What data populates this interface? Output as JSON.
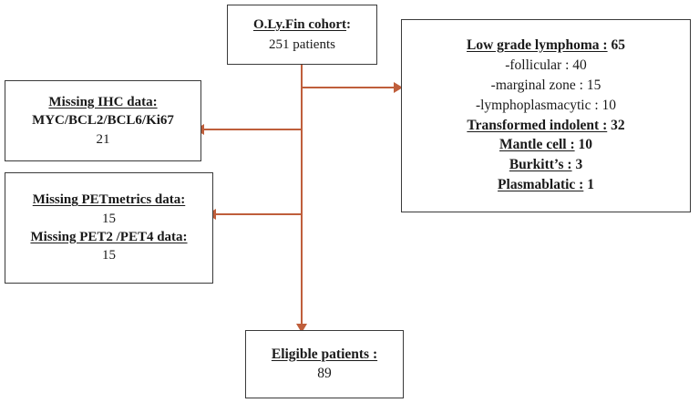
{
  "diagram": {
    "type": "patient-flow-chart",
    "arrow_color": "#bf5e3b",
    "box_border_color": "#3a3a3a"
  },
  "cohort_box": {
    "title": "O.Ly.Fin cohort",
    "title_suffix": ":",
    "count_line": "251 patients"
  },
  "histology_box": {
    "lines": [
      {
        "label": "Low grade lymphoma :",
        "value": "65"
      },
      {
        "label": "-follicular : 40",
        "value": ""
      },
      {
        "label": "-marginal zone : 15",
        "value": ""
      },
      {
        "label": "-lymphoplasmacytic : 10",
        "value": ""
      },
      {
        "label": "Transformed indolent :",
        "value": "32"
      },
      {
        "label": "Mantle cell :",
        "value": "10"
      },
      {
        "label": "Burkitt’s :",
        "value": "3"
      },
      {
        "label": "Plasmablatic :",
        "value": "1"
      }
    ]
  },
  "ihc_box": {
    "title": "Missing IHC data:",
    "markers": "MYC/BCL2/BCL6/Ki67",
    "count": "21"
  },
  "pet_box": {
    "metrics_title": "Missing PETmetrics data:",
    "metrics_count": "15",
    "pet24_title": "Missing PET2 /PET4 data:",
    "pet24_count": "15"
  },
  "eligible_box": {
    "title": "Eligible patients :",
    "count": "89"
  }
}
